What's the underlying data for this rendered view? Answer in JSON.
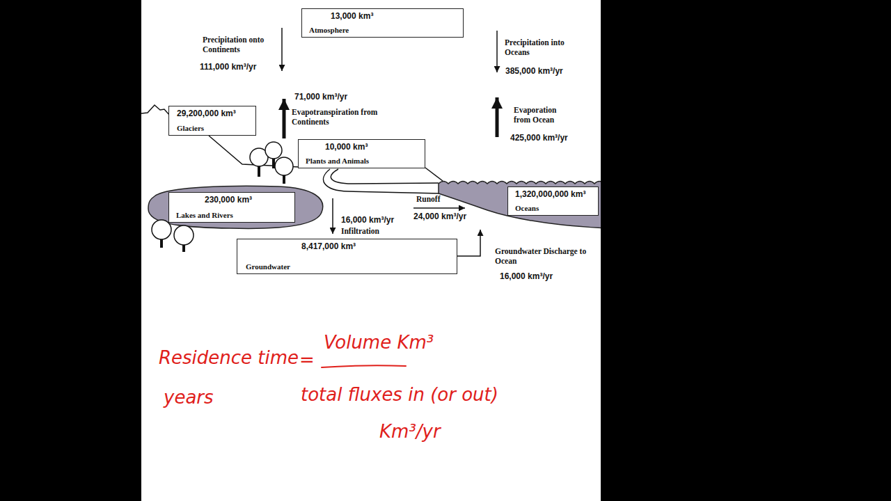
{
  "diagram": {
    "nodes": [
      {
        "text": [
          "13,000 km³",
          "Atmosphere"
        ]
      },
      {
        "text": [
          "29,200,000 km³",
          "Glaciers"
        ]
      },
      {
        "text": [
          "10,000 km³",
          "Plants and Animals"
        ]
      },
      {
        "text": [
          "230,000 km³",
          "Lakes and Rivers"
        ]
      },
      {
        "text": [
          "1,320,000,000 km³",
          "Oceans"
        ]
      },
      {
        "text": [
          "8,417,000 km³",
          "Groundwater"
        ]
      }
    ],
    "labels": [
      "Precipitation onto Continents",
      "111,000 km³/yr",
      "71,000 km³/yr",
      "Evapotranspiration from Continents",
      "Precipitation into Oceans",
      "385,000 km³/yr",
      "Evaporation from Ocean",
      "425,000 km³/yr",
      "Runoff",
      "24,000 km³/yr",
      "16,000 km³/yr",
      "Infiltration",
      "Groundwater Discharge to Ocean",
      "16,000 km³/yr",
      "Residence time",
      "years",
      "=",
      "Volume Km³",
      "total fluxes in (or out)",
      "Km³/yr"
    ]
  }
}
